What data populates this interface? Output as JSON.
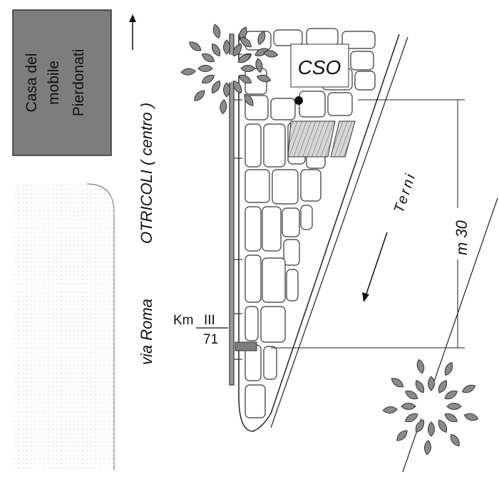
{
  "building": {
    "label_lines": [
      "Casa del",
      "mobile",
      "Pierdonati"
    ],
    "fill": "#7d7d7d"
  },
  "roads": {
    "otricoli": "OTRICOLI ( centro )",
    "via_roma": "via Roma",
    "terni": "Terni"
  },
  "marker": {
    "label": "CSO"
  },
  "kilometer": {
    "prefix": "Km",
    "roman": "III",
    "number": "71"
  },
  "distance": {
    "label": "m 30"
  },
  "icons": {
    "north_arrow": "arrow-up-icon",
    "direction_arrow": "arrow-down-left-icon",
    "location_point": "dot-icon",
    "tree": "tree-icon"
  },
  "colors": {
    "tree": "#8a8a8a",
    "stone_stroke": "#333333",
    "dotted_area": "#cfcfcf",
    "parking": "#c0c0c0"
  }
}
